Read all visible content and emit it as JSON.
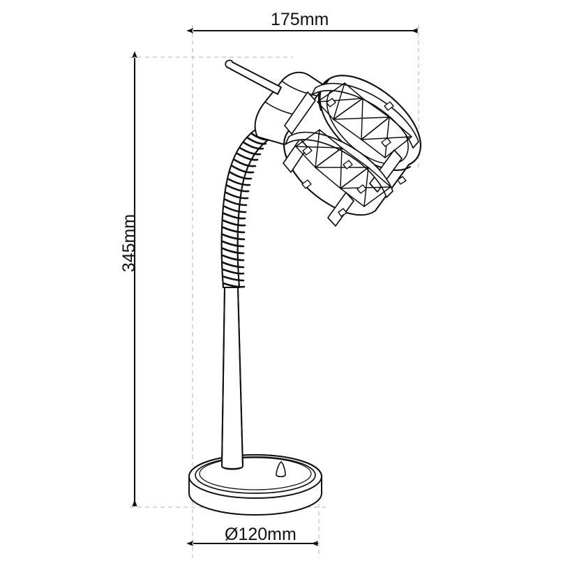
{
  "drawing": {
    "type": "technical-dimension-drawing",
    "subject": "gooseneck desk lamp",
    "background_color": "#ffffff",
    "line_color": "#1a1a1a",
    "guide_color": "#b3b3b3",
    "dimensions": {
      "width_label": "175mm",
      "height_label": "345mm",
      "diameter_label": "Ø120mm"
    },
    "parts": {
      "shade": "faceted-cage-lamp-shade",
      "socket": "lamp-socket-head",
      "rod": "small-top-rod",
      "gooseneck": "ribbed-flexible-neck",
      "stem": "straight-vertical-stem",
      "base": "round-disc-base",
      "switch": "base-switch-knob"
    }
  }
}
